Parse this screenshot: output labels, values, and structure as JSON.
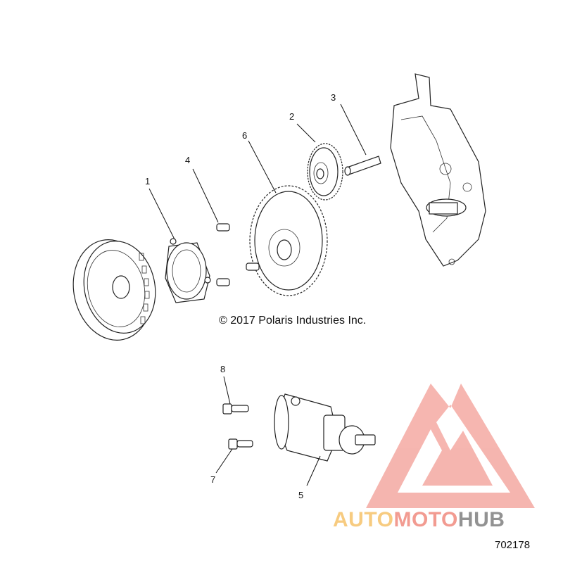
{
  "callouts": {
    "c1": "1",
    "c2": "2",
    "c3": "3",
    "c4": "4",
    "c5": "5",
    "c6": "6",
    "c7": "7",
    "c8": "8"
  },
  "copyright": "© 2017 Polaris Industries Inc.",
  "figure_number": "702178",
  "watermark": {
    "part1": "AUTO",
    "part2": "MOTO",
    "part3": "HUB",
    "color_auto": "#f6c36a",
    "color_moto": "#f08a7e",
    "color_hub": "#808080",
    "triangle_color": "#f4a9a2"
  }
}
